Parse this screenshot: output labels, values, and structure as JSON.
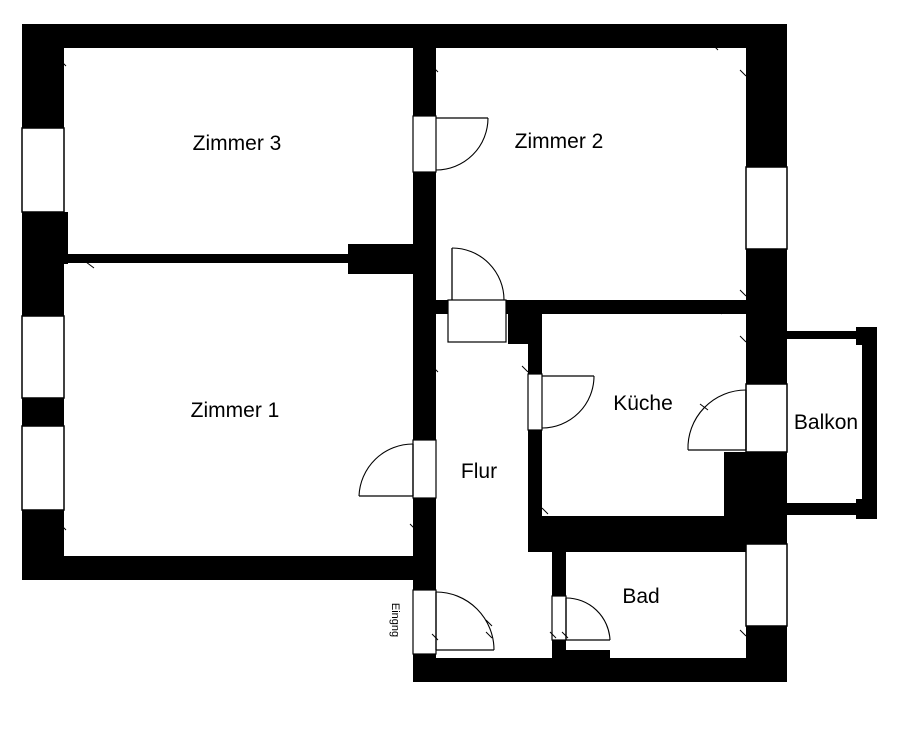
{
  "rooms": {
    "zimmer3": "Zimmer 3",
    "zimmer2": "Zimmer 2",
    "zimmer1": "Zimmer 1",
    "flur": "Flur",
    "kueche": "Küche",
    "balkon": "Balkon",
    "bad": "Bad"
  },
  "entrance": "Eingng",
  "colors": {
    "wall": "#000000",
    "background": "#ffffff"
  }
}
